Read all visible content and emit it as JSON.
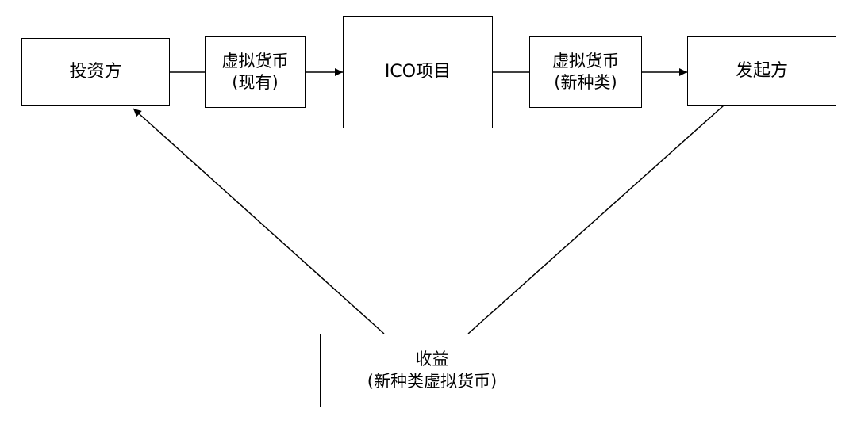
{
  "nodes": {
    "investor": "投资方",
    "currency_existing": {
      "line1": "虚拟货币",
      "line2": "(现有)"
    },
    "ico_project": "ICO项目",
    "currency_new": {
      "line1": "虚拟货币",
      "line2": "(新种类)"
    },
    "issuer": "发起方",
    "returns": {
      "line1": "收益",
      "line2": "(新种类虚拟货币)"
    }
  },
  "colors": {
    "line": "#000000",
    "background": "#ffffff"
  }
}
